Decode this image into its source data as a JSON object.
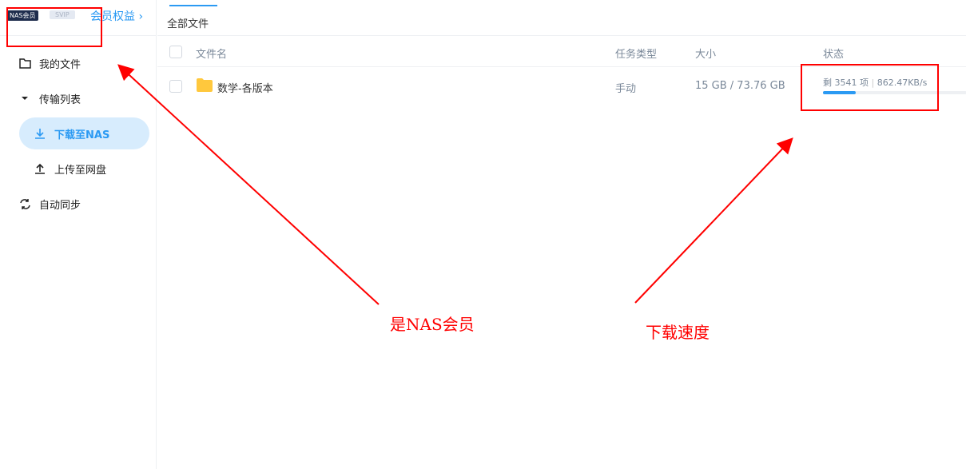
{
  "sidebar": {
    "badge_nas": "NAS会员",
    "badge_svip": "SVIP",
    "vip_link": "会员权益 ›",
    "items": [
      {
        "label": "我的文件"
      },
      {
        "label": "传输列表"
      },
      {
        "label": "下载至NAS"
      },
      {
        "label": "上传至网盘"
      },
      {
        "label": "自动同步"
      }
    ]
  },
  "main": {
    "breadcrumb": "全部文件",
    "columns": [
      "文件名",
      "任务类型",
      "大小",
      "状态"
    ],
    "rows": [
      {
        "name": "数学-各版本",
        "type": "手动",
        "size": "15 GB / 73.76 GB",
        "remaining": "剩 3541 项",
        "speed": "862.47KB/s",
        "progress": 0.23
      }
    ]
  },
  "annotations": [
    "是NAS会员",
    "下载速度"
  ],
  "colors": {
    "accent": "#2b9af3",
    "annotation": "#ff0000"
  }
}
